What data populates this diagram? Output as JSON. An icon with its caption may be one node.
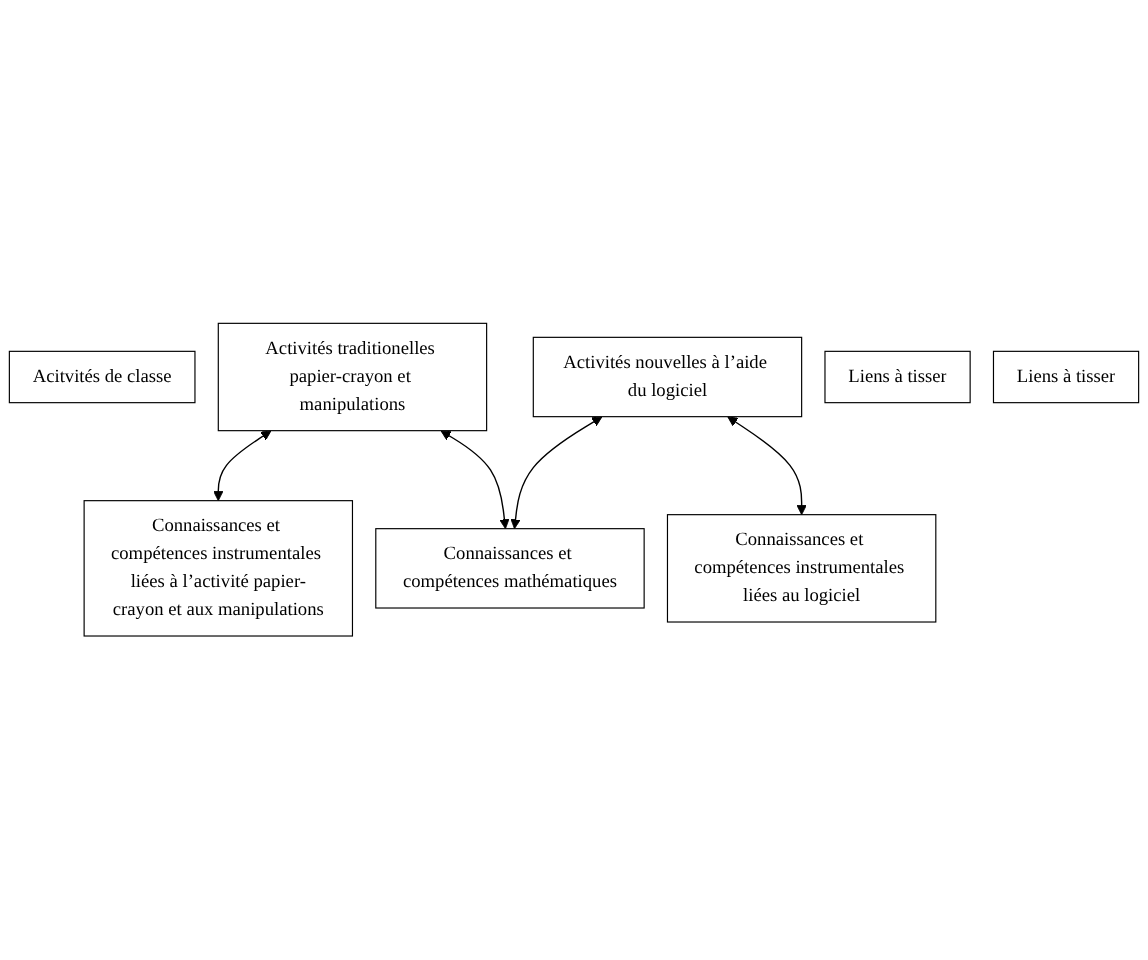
{
  "diagram": {
    "nodes": [
      {
        "text": [
          "Acitvités de classe"
        ]
      },
      {
        "text": [
          "Activités traditionelles papier-crayon et manipulations"
        ]
      },
      {
        "text": [
          "Activités nouvelles à l’aide du logiciel"
        ]
      },
      {
        "text": [
          "Liens à tisser"
        ]
      },
      {
        "text": [
          "Connaissances et compétences instrumentales liées à l’activité papier-crayon et aux manipulations"
        ]
      },
      {
        "text": [
          "Connaissances et compétences mathématiques"
        ]
      },
      {
        "text": [
          "Connaissances et compétences instrumentales liées au logiciel"
        ]
      },
      {
        "text": [
          "Liens à tisser"
        ]
      }
    ],
    "edges": [
      {
        "from": 1,
        "to": 4,
        "arrow": "both"
      },
      {
        "from": 1,
        "to": 5,
        "arrow": "both"
      },
      {
        "from": 2,
        "to": 5,
        "arrow": "both"
      },
      {
        "from": 2,
        "to": 6,
        "arrow": "both"
      }
    ]
  }
}
